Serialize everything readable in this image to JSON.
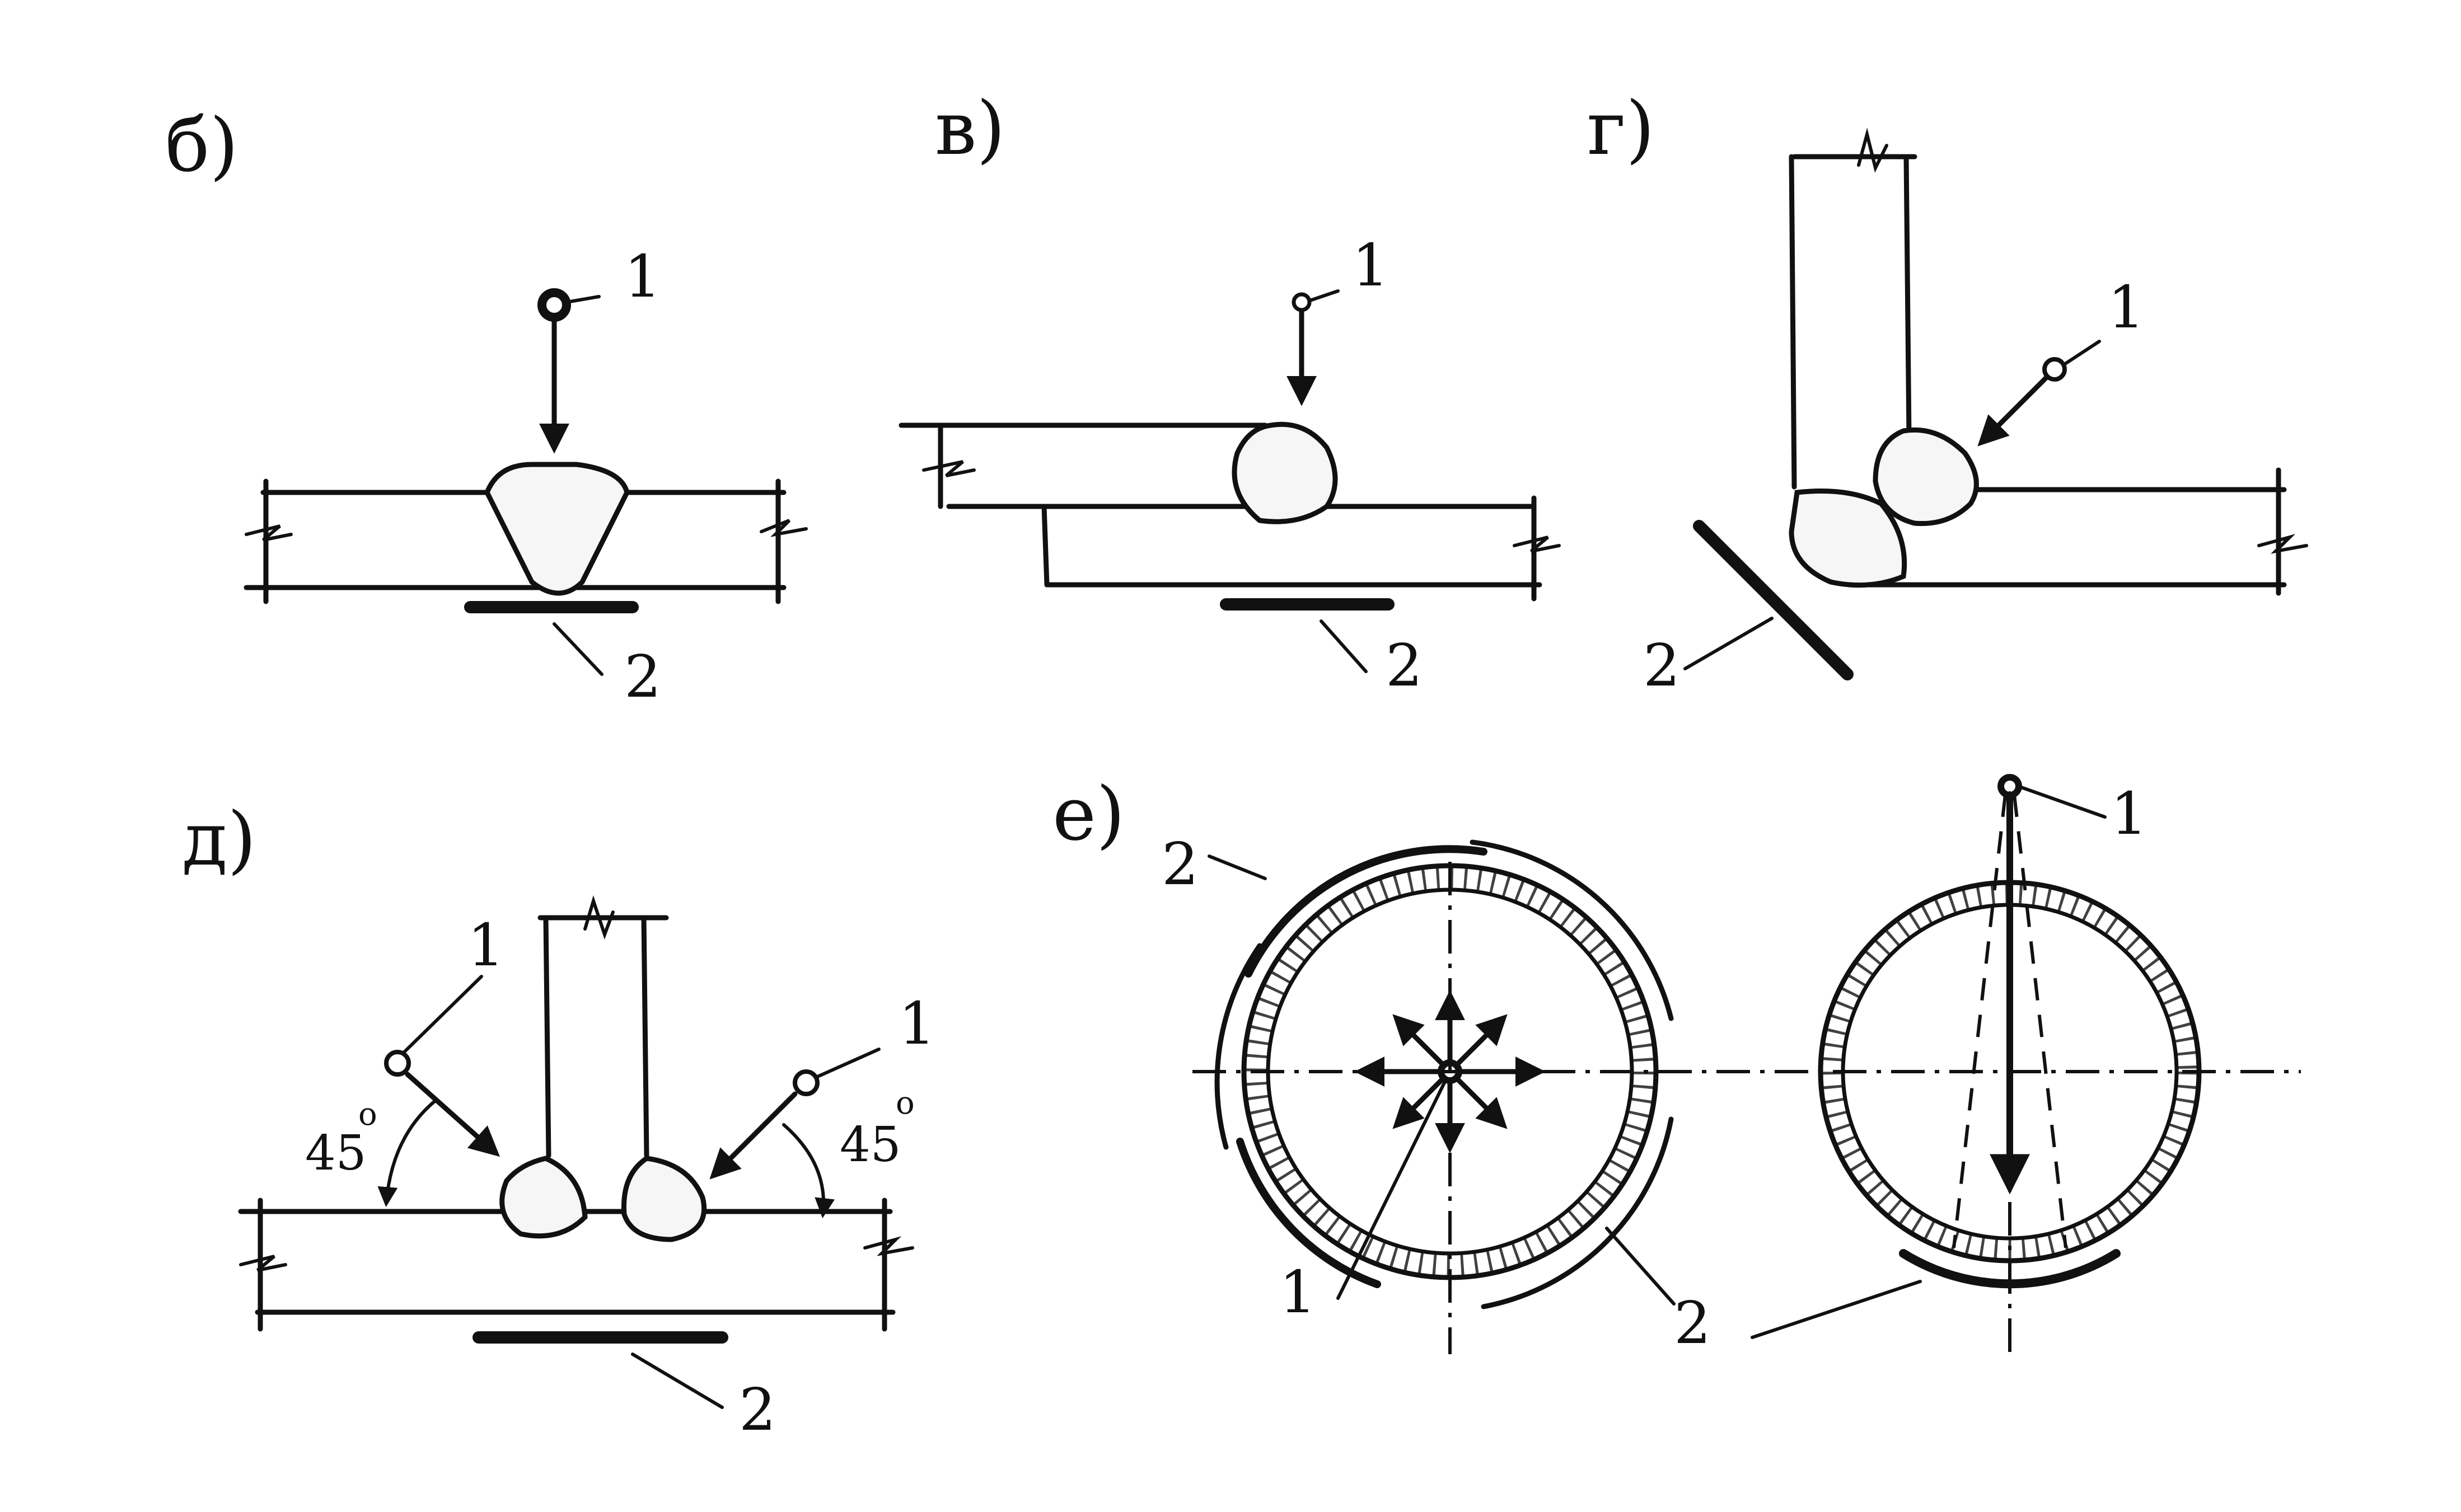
{
  "panels": {
    "b": {
      "label": "б)",
      "source": "1",
      "screen": "2"
    },
    "v": {
      "label": "в)",
      "source": "1",
      "screen": "2"
    },
    "g": {
      "label": "г)",
      "source": "1",
      "screen": "2"
    },
    "d": {
      "label": "д)",
      "source_left": "1",
      "source_right": "1",
      "screen": "2",
      "angle_left": "45",
      "angle_right": "45",
      "degree_mark": "o"
    },
    "e": {
      "label": "е)",
      "screen_left_top": "2",
      "source_inner": "1",
      "screen_left_bottom": "2",
      "source_right": "1"
    }
  }
}
